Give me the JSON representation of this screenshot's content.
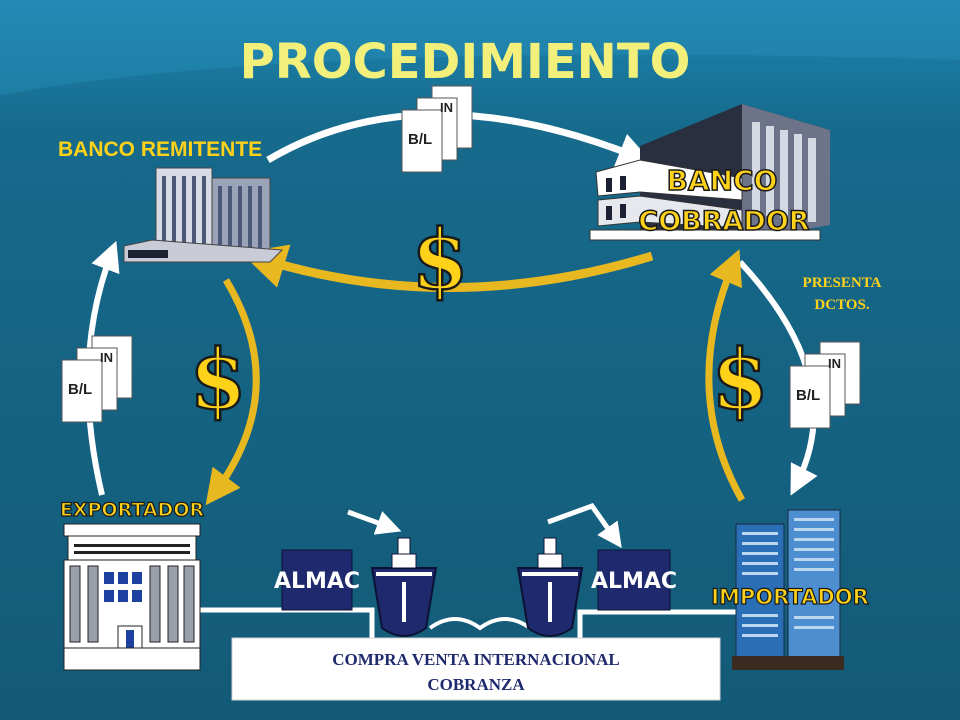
{
  "slide": {
    "title": "PROCEDIMIENTO",
    "colors": {
      "background_top": "#1c7fa8",
      "background": "#15607e",
      "title": "#f2f07a",
      "accent_yellow": "#ffd21a",
      "gold_arrow": "#e8b820",
      "navy": "#1f2a6e",
      "white": "#ffffff"
    }
  },
  "nodes": {
    "banco_remitente": "BANCO REMITENTE",
    "banco_cobrador": [
      "BANCO",
      "COBRADOR"
    ],
    "exportador": "EXPORTADOR",
    "importador": "IMPORTADOR",
    "almac_left": "ALMAC",
    "almac_right": "ALMAC"
  },
  "documents": {
    "in_label": "IN",
    "bl_label": "B/L"
  },
  "money_symbol": "$",
  "annotation": {
    "presenta": [
      "PRESENTA",
      "DCTOS."
    ]
  },
  "caption": {
    "line1": "COMPRA VENTA INTERNACIONAL",
    "line2": "COBRANZA"
  },
  "icons": [
    "document-stack-icon",
    "dollar-icon",
    "bank-building-icon",
    "ship-icon",
    "warehouse-icon",
    "office-tower-icon"
  ]
}
